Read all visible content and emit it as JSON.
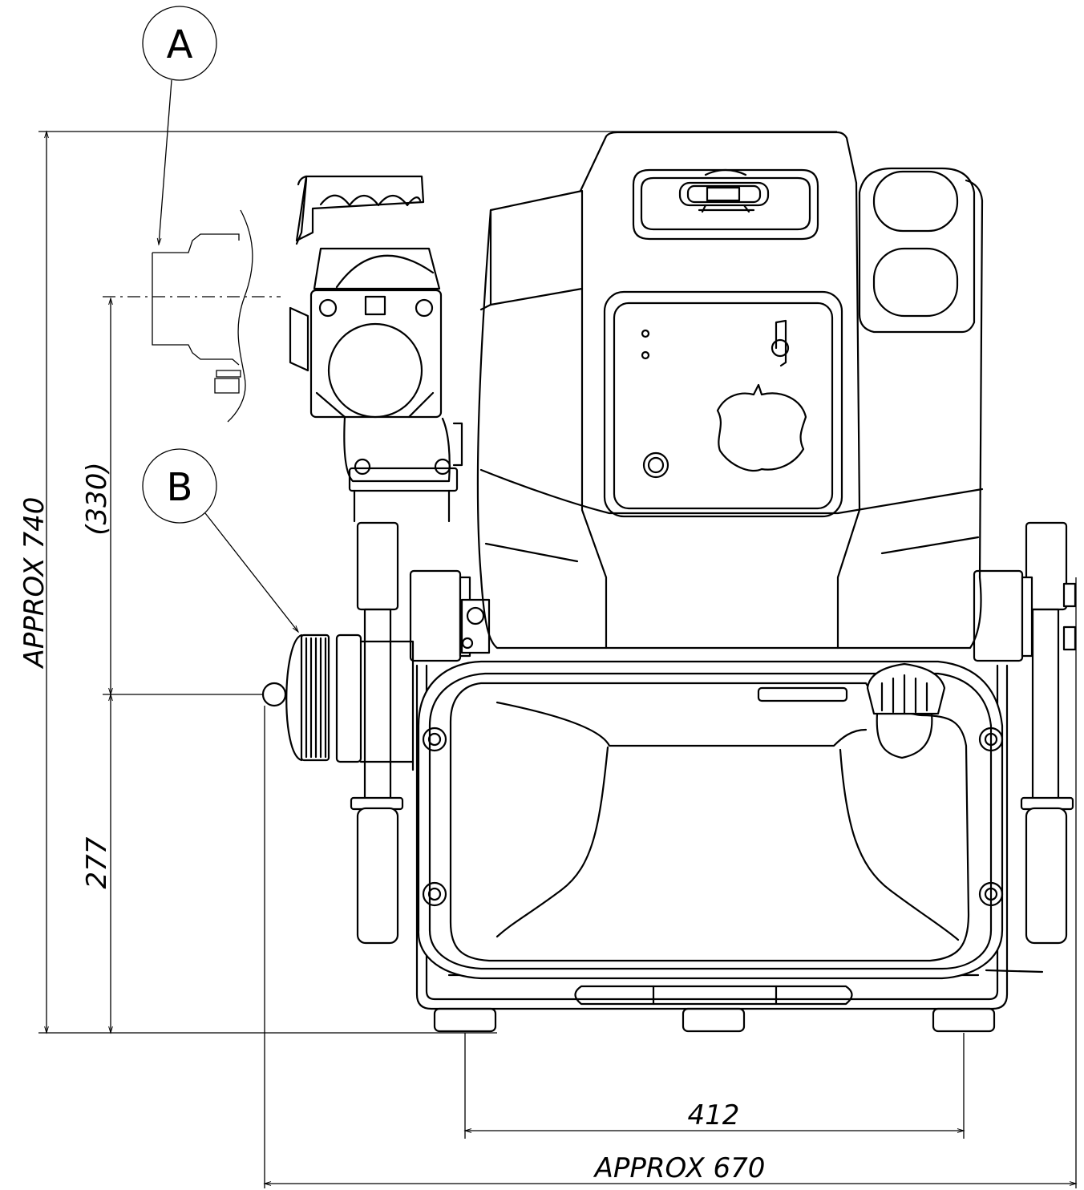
{
  "callouts": {
    "a": "A",
    "b": "B"
  },
  "dimensions": {
    "overall_height": "APPROX 740",
    "outlet_height": "(330)",
    "inlet_height": "277",
    "foot_span": "412",
    "overall_width": "APPROX 670"
  },
  "colors": {
    "line": "#000000",
    "background": "#ffffff"
  }
}
